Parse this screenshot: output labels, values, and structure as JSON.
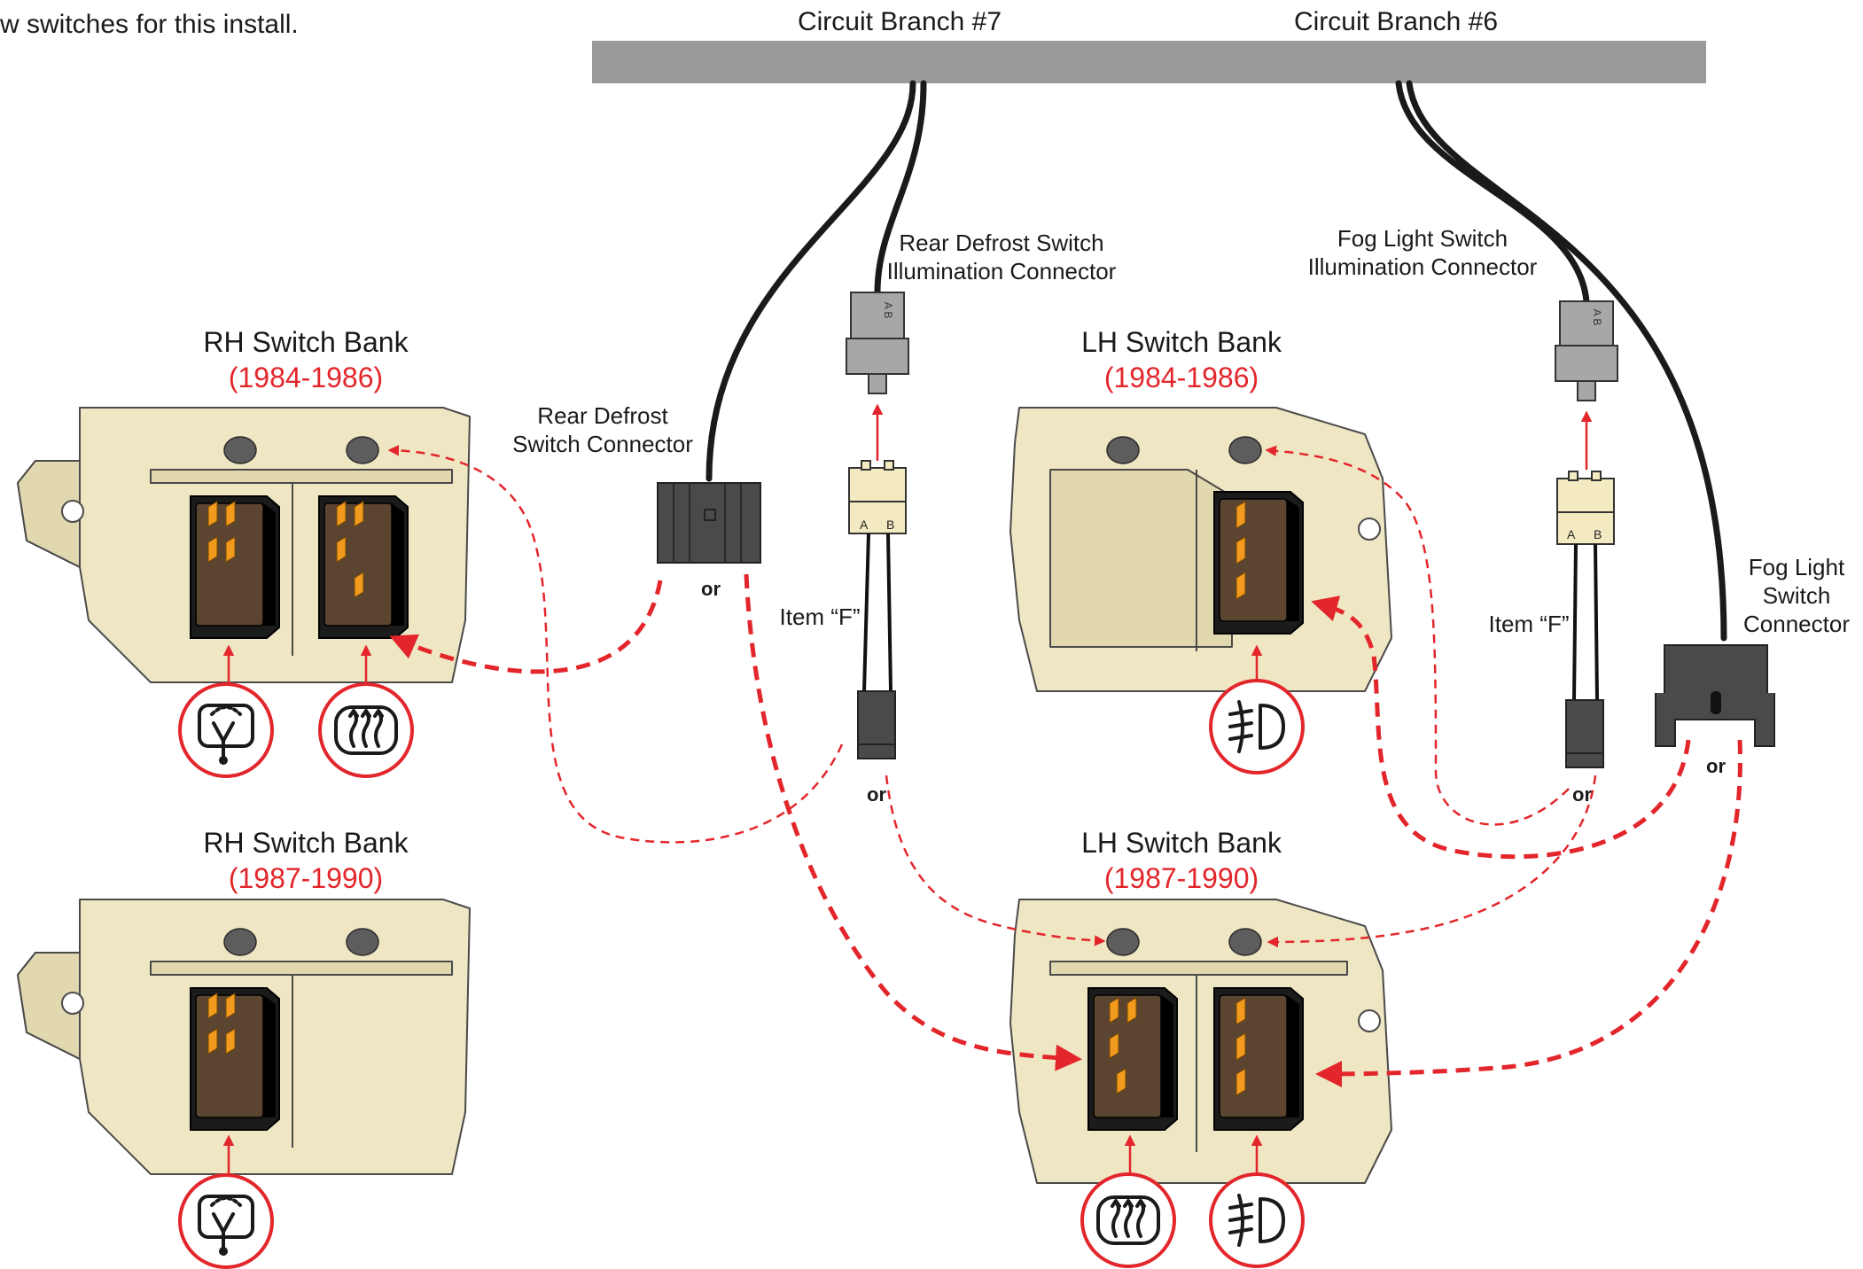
{
  "intro_text": "w switches for this install.",
  "branches": {
    "left": "Circuit Branch #7",
    "right": "Circuit Branch #6"
  },
  "connectors": {
    "rear_defrost_illum": [
      "Rear Defrost Switch",
      "Illumination Connector"
    ],
    "fog_illum": [
      "Fog Light Switch",
      "Illumination Connector"
    ],
    "rear_defrost_switch": [
      "Rear Defrost",
      "Switch Connector"
    ],
    "fog_switch": [
      "Fog Light",
      "Switch",
      "Connector"
    ],
    "pin_a": "A",
    "pin_b": "B"
  },
  "items": {
    "left": "Item “F”",
    "right": "Item “F”"
  },
  "or_label": "or",
  "banks": {
    "rh_early": {
      "title": "RH Switch Bank",
      "years": "(1984-1986)"
    },
    "rh_late": {
      "title": "RH Switch Bank",
      "years": "(1987-1990)"
    },
    "lh_early": {
      "title": "LH Switch Bank",
      "years": "(1984-1986)"
    },
    "lh_late": {
      "title": "LH Switch Bank",
      "years": "(1987-1990)"
    }
  },
  "icons": {
    "wiper": "wiper-washer-icon",
    "defrost": "rear-defrost-icon",
    "fog": "fog-light-icon"
  },
  "colors": {
    "accent_red": "#e3262b",
    "bracket": "#efe6c3",
    "switch_face": "#5b4430",
    "pin": "#f29a1d",
    "bus": "#9a9a9a"
  }
}
